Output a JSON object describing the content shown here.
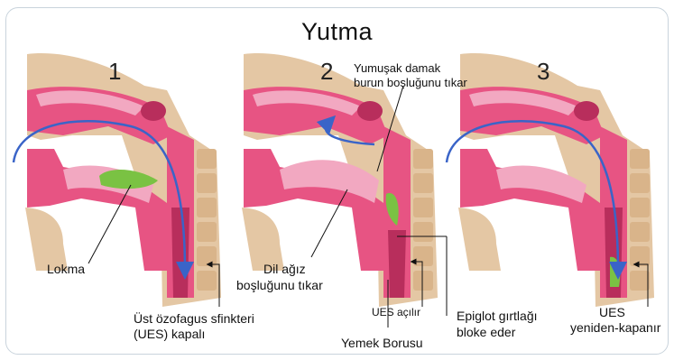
{
  "title": "Yutma",
  "panels": [
    {
      "number": "1"
    },
    {
      "number": "2"
    },
    {
      "number": "3"
    }
  ],
  "labels": {
    "lokma": "Lokma",
    "ues_closed_1": "Üst özofagus sfinkteri",
    "ues_closed_2": "(UES) kapalı",
    "soft_palate_1": "Yumuşak damak",
    "soft_palate_2": "burun boşluğunu tıkar",
    "tongue_1": "Dil ağız",
    "tongue_2": "boşluğunu tıkar",
    "ues_open": "UES açılır",
    "esophagus": "Yemek Borusu",
    "epiglottis_1": "Epiglot gırtlağı",
    "epiglottis_2": "bloke eder",
    "ues_reclose_1": "UES",
    "ues_reclose_2": "yeniden-kapanır"
  },
  "colors": {
    "tissue_light": "#e4c7a4",
    "tissue_mid": "#d9b48a",
    "pink": "#e75483",
    "pink_dark": "#b82e5c",
    "pink_light": "#f2a8c1",
    "bolus": "#7ac243",
    "arrow": "#3a64c8",
    "border": "#c9d3dc"
  }
}
